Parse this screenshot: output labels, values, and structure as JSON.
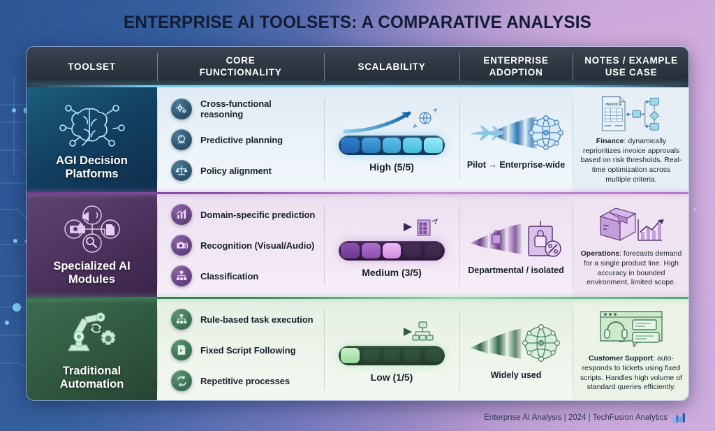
{
  "title": "ENTERPRISE AI TOOLSETS: A COMPARATIVE ANALYSIS",
  "header": {
    "columns": [
      {
        "label": "TOOLSET",
        "name": "toolset"
      },
      {
        "label": "CORE\nFUNCTIONALITY",
        "name": "core-functionality"
      },
      {
        "label": "SCALABILITY",
        "name": "scalability"
      },
      {
        "label": "ENTERPRISE\nADOPTION",
        "name": "enterprise-adoption"
      },
      {
        "label": "NOTES / EXAMPLE\nUSE CASE",
        "name": "notes-use-case"
      }
    ]
  },
  "rows": [
    {
      "toolset": "AGI Decision Platforms",
      "toolset_icon": "brain-network-icon",
      "accent": "#1f6d92",
      "features": [
        {
          "label": "Cross-functional reasoning",
          "icon": "gears-icon"
        },
        {
          "label": "Predictive planning",
          "icon": "crystal-ball-icon"
        },
        {
          "label": "Policy alignment",
          "icon": "scales-icon"
        }
      ],
      "scalability": {
        "label": "High (5/5)",
        "filled": 5,
        "total": 5,
        "icon": "rising-arrow-globe-icon"
      },
      "adoption": {
        "label": "Pilot → Enterprise-wide",
        "icon": "airplane-globe-network-icon"
      },
      "notes": {
        "lead": "Finance",
        "text": ": dynamically reprioritizes invoice approvals based on risk thresholds. Real-time optimization across multiple criteria.",
        "icon": "invoice-flowchart-icon",
        "doc_label": "INVOICE"
      }
    },
    {
      "toolset": "Specialized AI Modules",
      "toolset_icon": "multimodal-modules-icon",
      "accent": "#7a4f96",
      "features": [
        {
          "label": "Domain-specific prediction",
          "icon": "bar-chart-icon"
        },
        {
          "label": "Recognition (Visual/Audio)",
          "icon": "camera-audio-icon"
        },
        {
          "label": "Classification",
          "icon": "hierarchy-icon"
        }
      ],
      "scalability": {
        "label": "Medium (3/5)",
        "filled": 3,
        "total": 5,
        "icon": "arrow-building-icon"
      },
      "adoption": {
        "label": "Departmental / isolated",
        "icon": "locked-building-icon"
      },
      "notes": {
        "lead": "Operations",
        "text": ": forecasts demand for a single product line. High accuracy in bounded environment, limited scope.",
        "icon": "package-chart-icon"
      }
    },
    {
      "toolset": "Traditional Automation",
      "toolset_icon": "robot-arm-gear-icon",
      "accent": "#3c7a56",
      "features": [
        {
          "label": "Rule-based task execution",
          "icon": "hierarchy-icon"
        },
        {
          "label": "Fixed Script Following",
          "icon": "script-icon"
        },
        {
          "label": "Repetitive processes",
          "icon": "refresh-loop-icon"
        }
      ],
      "scalability": {
        "label": "Low (1/5)",
        "filled": 1,
        "total": 5,
        "icon": "arrow-sitemap-icon"
      },
      "adoption": {
        "label": "Widely used",
        "icon": "globe-network-icon"
      },
      "notes": {
        "lead": "Customer Support",
        "text": ": auto-responds to tickets using fixed scripts. Handles high volume of standard queries efficiently.",
        "icon": "headset-chat-icon"
      }
    }
  ],
  "footer": {
    "text": "Enterprise AI Analysis | 2024 | TechFusion Analytics",
    "icon": "bar-chart-icon"
  }
}
